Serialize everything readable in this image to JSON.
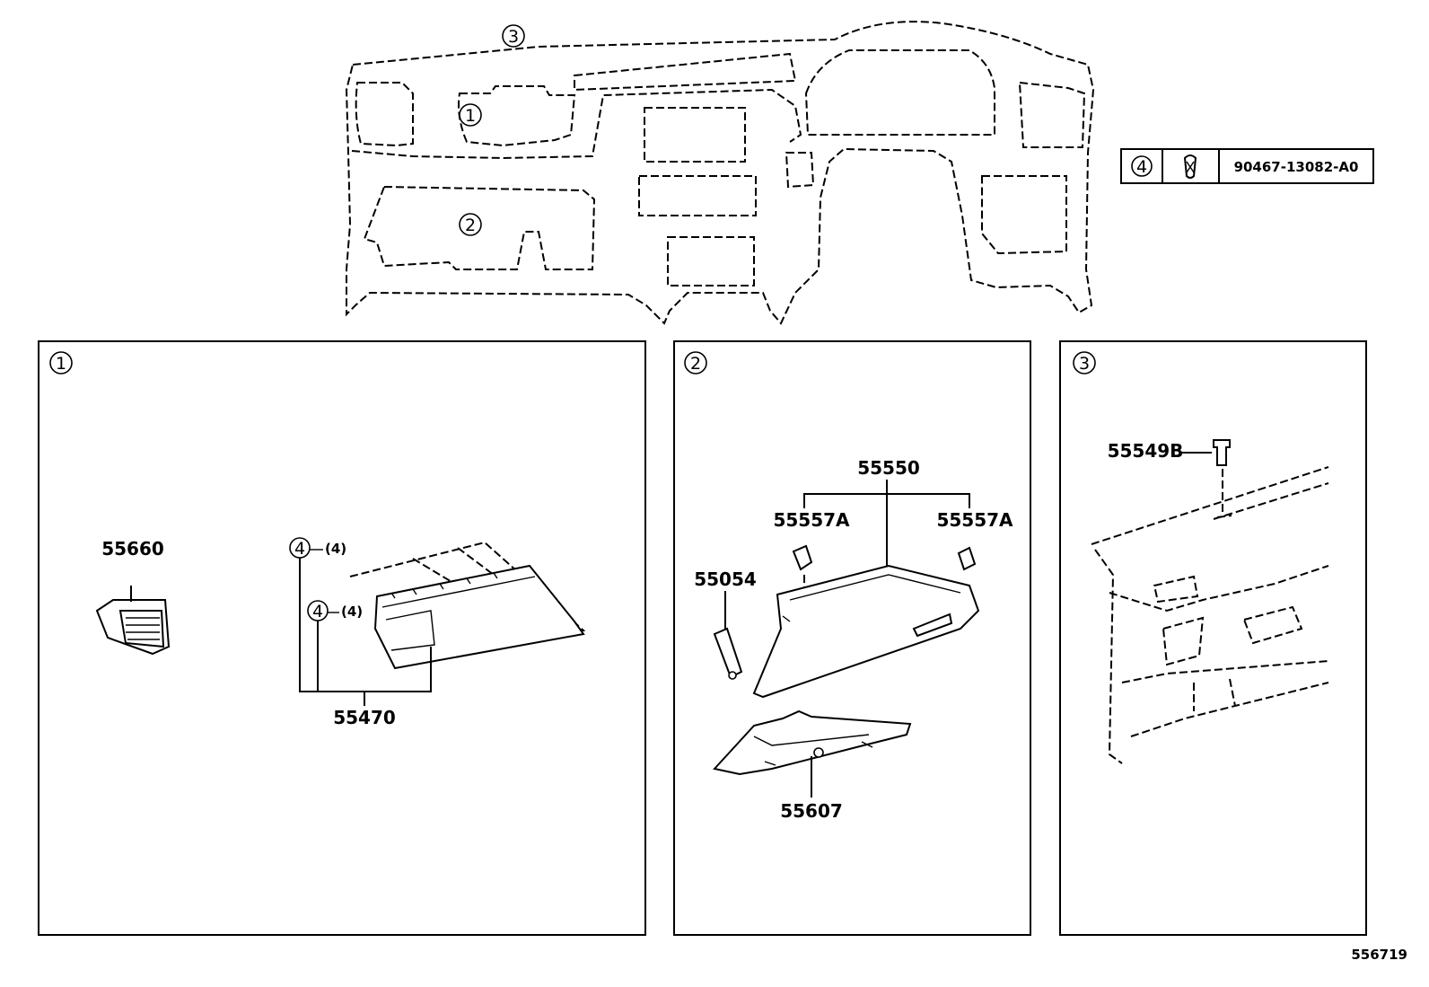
{
  "legend": {
    "callout": "4",
    "part_number": "90467-13082-A0"
  },
  "overview": {
    "callouts": [
      "1",
      "2",
      "3"
    ]
  },
  "panels": [
    {
      "callout": "1",
      "labels": {
        "vent": "55660",
        "box": "55470",
        "clip_a_callout": "4",
        "clip_a_qty": "(4)",
        "clip_b_callout": "4",
        "clip_b_qty": "(4)"
      }
    },
    {
      "callout": "2",
      "labels": {
        "glove_box": "55550",
        "stopper_left": "55557A",
        "stopper_right": "55557A",
        "damper": "55054",
        "lock": "55607"
      }
    },
    {
      "callout": "3",
      "labels": {
        "clip": "55549B"
      }
    }
  ],
  "figure_id": "556719"
}
